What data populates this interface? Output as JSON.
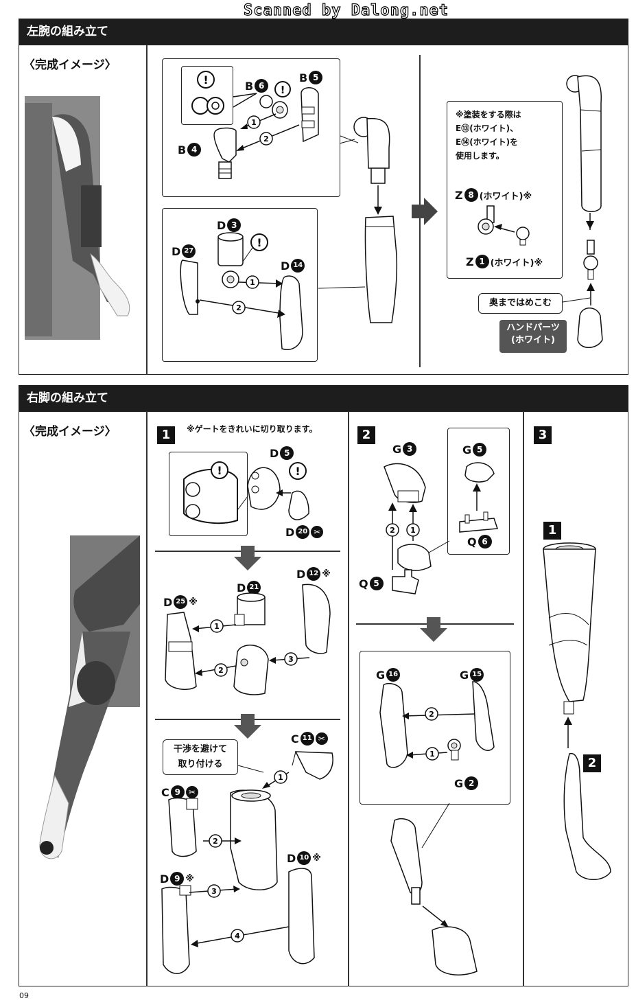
{
  "watermark": "Scanned by Dalong.net",
  "page_number": "09",
  "left_arm": {
    "title": "左腕の組み立て",
    "completion_label": "〈完成イメージ〉",
    "parts": {
      "b6": {
        "letter": "B",
        "num": "6"
      },
      "b5": {
        "letter": "B",
        "num": "5"
      },
      "b4": {
        "letter": "B",
        "num": "4"
      },
      "d3": {
        "letter": "D",
        "num": "3"
      },
      "d27": {
        "letter": "D",
        "num": "27"
      },
      "d14": {
        "letter": "D",
        "num": "14"
      },
      "z8": {
        "letter": "Z",
        "num": "8",
        "color": "(ホワイト)※"
      },
      "z1": {
        "letter": "Z",
        "num": "1",
        "color": "(ホワイト)※"
      }
    },
    "steps": [
      "1",
      "2",
      "1",
      "2"
    ],
    "paint_note": [
      "※塗装をする際は",
      "E⑬(ホワイト)、",
      "E⑭(ホワイト)を",
      "使用します。"
    ],
    "push_note": "奥まではめこむ",
    "hand_parts": [
      "ハンドパーツ",
      "(ホワイト)"
    ]
  },
  "right_leg": {
    "title": "右脚の組み立て",
    "completion_label": "〈完成イメージ〉",
    "step1": {
      "number": "1",
      "note": "※ゲートをきれいに切り取ります。",
      "parts": {
        "d5": {
          "letter": "D",
          "num": "5"
        },
        "d20": {
          "letter": "D",
          "num": "20"
        },
        "d21": {
          "letter": "D",
          "num": "21"
        },
        "d12": {
          "letter": "D",
          "num": "12",
          "mark": "※"
        },
        "d25": {
          "letter": "D",
          "num": "25",
          "mark": "※"
        },
        "c11": {
          "letter": "C",
          "num": "11"
        },
        "c9": {
          "letter": "C",
          "num": "9"
        },
        "d10": {
          "letter": "D",
          "num": "10",
          "mark": "※"
        },
        "d9": {
          "letter": "D",
          "num": "9",
          "mark": "※"
        }
      },
      "avoid_note": [
        "干渉を避けて",
        "取り付ける"
      ],
      "arrows": [
        "1",
        "2",
        "3",
        "1",
        "2",
        "3",
        "4"
      ]
    },
    "step2": {
      "number": "2",
      "parts": {
        "g3": {
          "letter": "G",
          "num": "3"
        },
        "g5": {
          "letter": "G",
          "num": "5"
        },
        "q6": {
          "letter": "Q",
          "num": "6"
        },
        "q5": {
          "letter": "Q",
          "num": "5"
        },
        "g16": {
          "letter": "G",
          "num": "16"
        },
        "g15": {
          "letter": "G",
          "num": "15"
        },
        "g2": {
          "letter": "G",
          "num": "2"
        }
      },
      "arrows": [
        "2",
        "1",
        "2",
        "1"
      ]
    },
    "step3": {
      "number": "3",
      "sub_labels": [
        "1",
        "2"
      ]
    }
  }
}
